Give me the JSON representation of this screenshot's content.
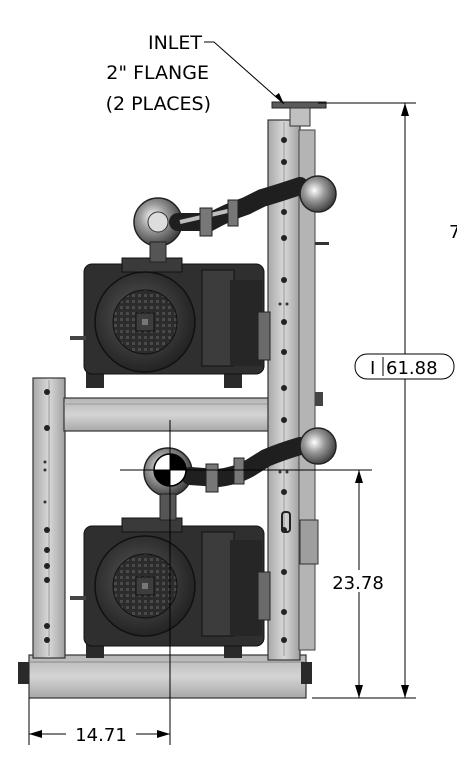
{
  "callout": {
    "line1": "INLET",
    "line2": "2\" FLANGE",
    "line3": "(2 PLACES)"
  },
  "dimensions": {
    "overall_height": "61.88",
    "overall_height_prefix": "I",
    "clipped_edge_label": "7",
    "center_height": "23.78",
    "center_offset": "14.71"
  },
  "colors": {
    "frame_fill": "#c9c9c9",
    "frame_edge": "#3a3a3a",
    "motor_dark": "#2e2e2e",
    "motor_mid": "#4a4a4a",
    "hose": "#1f1f1f",
    "dimension_line": "#000000"
  }
}
